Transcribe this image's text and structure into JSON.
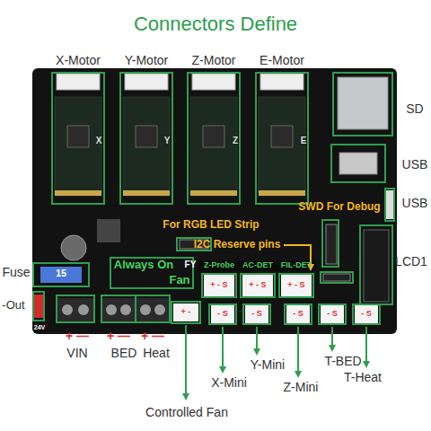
{
  "diagram": {
    "title": "Connectors Define",
    "nodes": [
      {
        "text": [
          "X-Motor"
        ]
      },
      {
        "text": [
          "Y-Motor"
        ]
      },
      {
        "text": [
          "Z-Motor"
        ]
      },
      {
        "text": [
          "E-Motor"
        ]
      },
      {
        "text": [
          "SD"
        ]
      },
      {
        "text": [
          "USB"
        ]
      },
      {
        "text": [
          "USB"
        ]
      },
      {
        "text": [
          "SWD For Debug"
        ]
      },
      {
        "text": [
          "For RGB LED Strip"
        ]
      },
      {
        "text": [
          "I2C Reserve pins"
        ]
      },
      {
        "text": [
          "LCD1"
        ]
      },
      {
        "text": [
          "Fuse"
        ]
      },
      {
        "text": [
          "-Out"
        ]
      },
      {
        "text": [
          "Always On",
          "Fan"
        ]
      },
      {
        "text": [
          "VIN"
        ]
      },
      {
        "text": [
          "BED"
        ]
      },
      {
        "text": [
          "Heat"
        ]
      },
      {
        "text": [
          "Controlled Fan"
        ]
      },
      {
        "text": [
          "Z-Probe"
        ]
      },
      {
        "text": [
          "AC-DET"
        ]
      },
      {
        "text": [
          "FIL-DET"
        ]
      },
      {
        "text": [
          "X-Mini"
        ]
      },
      {
        "text": [
          "Y-Mini"
        ]
      },
      {
        "text": [
          "Z-Mini"
        ]
      },
      {
        "text": [
          "T-BED"
        ]
      },
      {
        "text": [
          "T-Heat"
        ]
      }
    ],
    "labels": [
      "+ —",
      "+ —",
      "+ —",
      "+ - S",
      "+ - S",
      "+ - S",
      "+ -",
      "- S",
      "- S",
      "- S",
      "- S",
      "- S",
      "X",
      "Y",
      "Z",
      "E",
      "15",
      "24V",
      "FY"
    ]
  }
}
